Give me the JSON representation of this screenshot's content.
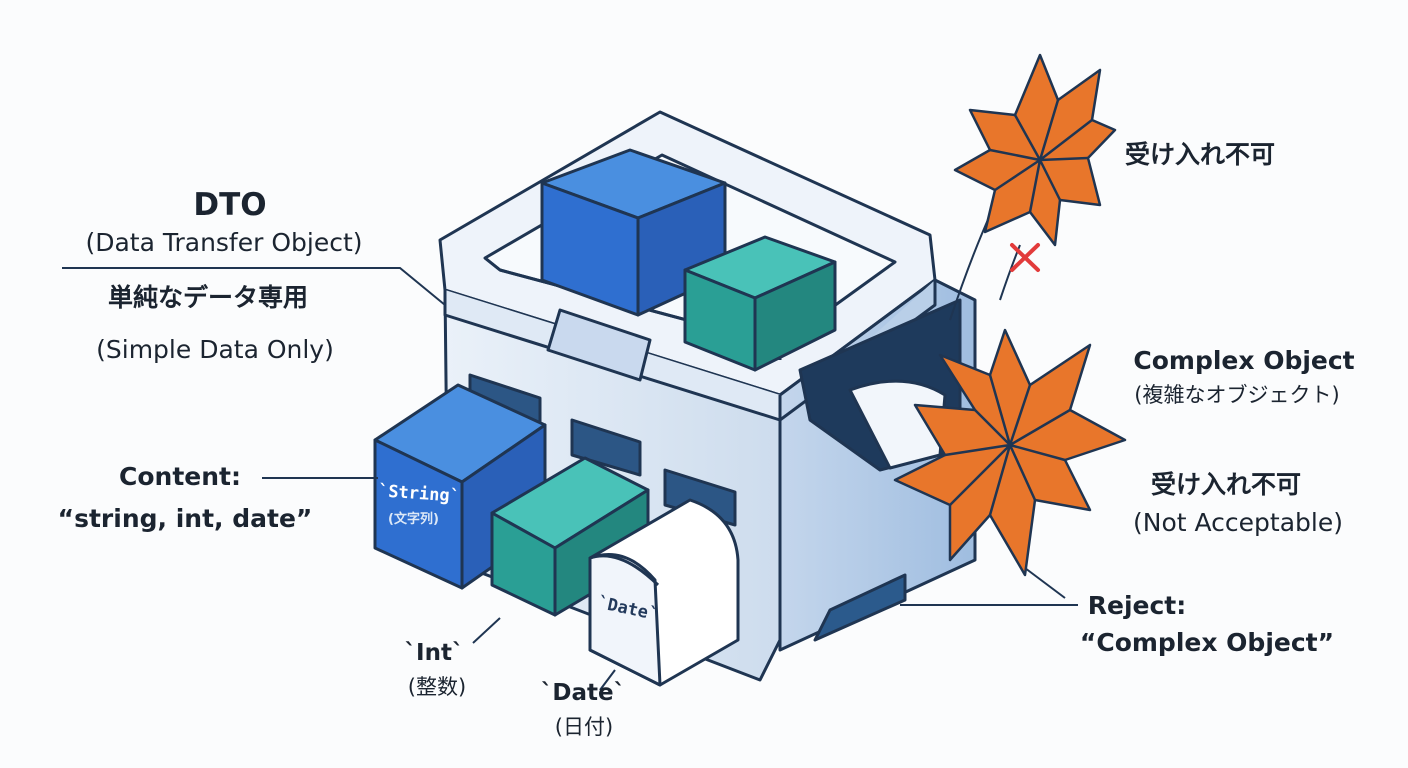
{
  "colors": {
    "navy_outline": "#1f3552",
    "machine_face": "#dfe9f5",
    "machine_shade": "#b9cfe8",
    "machine_dark": "#1e3a5c",
    "blue_block": "#2f6fd0",
    "blue_block_top": "#4a8fe0",
    "teal_block": "#2a9f95",
    "teal_block_top": "#49c2b8",
    "orange_star": "#e8762b",
    "reject_x": "#e23b3b",
    "label_text": "#1b2430"
  },
  "dto": {
    "title": "DTO",
    "subtitle": "(Data Transfer Object)",
    "jp_desc": "単純なデータ専用",
    "en_desc": "(Simple Data Only)"
  },
  "content": {
    "label": "Content:",
    "value": "“string, int, date”"
  },
  "boxes": {
    "string_label": "`String`",
    "string_sub": "(文字列)",
    "date_label": "`Date`"
  },
  "callouts": {
    "int_label": "`Int`",
    "int_sub": "(整数)",
    "date_label": "`Date`",
    "date_sub": "(日付)"
  },
  "complex": {
    "top_reject": "受け入れ不可",
    "title": "Complex Object",
    "title_jp": "(複雑なオブジェクト)",
    "reject_jp": "受け入れ不可",
    "reject_en": "(Not Acceptable)"
  },
  "reject": {
    "label": "Reject:",
    "value": "“Complex Object”"
  },
  "icons": {
    "reject_mark": "x-icon",
    "complex_object": "spiky-star-icon"
  }
}
